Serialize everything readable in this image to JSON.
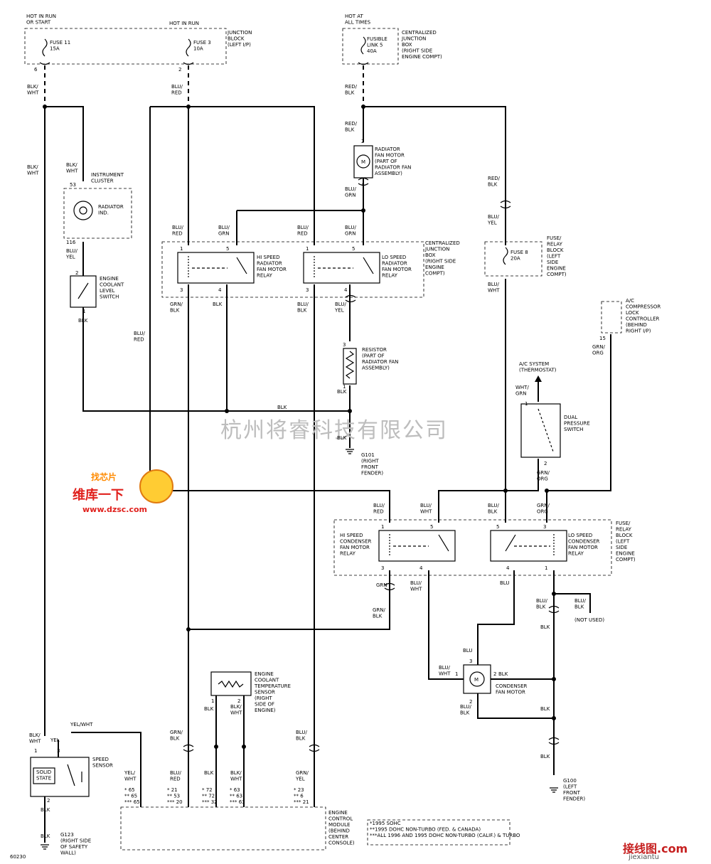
{
  "labels": {
    "hot_run_start": [
      "HOT IN RUN",
      "OR START"
    ],
    "hot_run": [
      "HOT IN RUN"
    ],
    "hot_all": [
      "HOT AT",
      "ALL TIMES"
    ],
    "fuse11": [
      "FUSE 11",
      "15A"
    ],
    "fuse3": [
      "FUSE 3",
      "10A"
    ],
    "junction_block": [
      "JUNCTION",
      "BLOCK",
      "(LEFT I/P)"
    ],
    "fusible_link": [
      "FUSIBLE",
      "LINK 5",
      "40A"
    ],
    "cjb_top": [
      "CENTRALIZED",
      "JUNCTION",
      "BOX",
      "(RIGHT SIDE",
      "ENGINE COMPT)"
    ],
    "pin_6": "6",
    "pin_2": "2",
    "w_blkwht_1": [
      "BLK/",
      "WHT"
    ],
    "w_blured_1": [
      "BLU/",
      "RED"
    ],
    "w_redblk_1": [
      "RED/",
      "BLK"
    ],
    "w_redblk_2": [
      "RED/",
      "BLK"
    ],
    "rad_fan_motor": [
      "RADIATOR",
      "FAN MOTOR",
      "(PART OF",
      "RADIATOR FAN",
      "ASSEMBLY)"
    ],
    "rfm_pin2": "2",
    "rfm_pin4": "4",
    "w_blkwht_2": [
      "BLK/",
      "WHT"
    ],
    "w_blkwht_3": [
      "BLK/",
      "WHT"
    ],
    "inst_cluster": [
      "INSTRUMENT",
      "CLUSTER"
    ],
    "pin_53": "53",
    "rad_ind": [
      "RADIATOR",
      "IND."
    ],
    "pin_116": "116",
    "w_bluyel_1": [
      "BLU/",
      "YEL"
    ],
    "coolant_switch": [
      "ENGINE",
      "COOLANT",
      "LEVEL",
      "SWITCH"
    ],
    "w_blk_1": "BLK",
    "w_blugrn_1": [
      "BLU/",
      "GRN"
    ],
    "w_redblk_3": [
      "RED/",
      "BLK"
    ],
    "w_blured_2": [
      "BLU/",
      "RED"
    ],
    "w_blugrn_2": [
      "BLU/",
      "GRN"
    ],
    "w_blured_3": [
      "BLU/",
      "RED"
    ],
    "w_blugrn_3": [
      "BLU/",
      "GRN"
    ],
    "cjb_mid": [
      "CENTRALIZED",
      "JUNCTION",
      "BOX",
      "(RIGHT SIDE",
      "ENGINE",
      "COMPT)"
    ],
    "hi_rad_relay": [
      "HI SPEED",
      "RADIATOR",
      "FAN MOTOR",
      "RELAY"
    ],
    "lo_rad_relay": [
      "LO SPEED",
      "RADIATOR",
      "FAN MOTOR",
      "RELAY"
    ],
    "w_bluyel_2": [
      "BLU/",
      "YEL"
    ],
    "fuse8": [
      "FUSE 8",
      "20A"
    ],
    "fuse_relay_block_1": [
      "FUSE/",
      "RELAY",
      "BLOCK",
      "(LEFT",
      "SIDE",
      "ENGINE",
      "COMPT)"
    ],
    "w_bluwht_1": [
      "BLU/",
      "WHT"
    ],
    "w_grnblk_1": [
      "GRN/",
      "BLK"
    ],
    "w_blk_2": "BLK",
    "w_blublk_1": [
      "BLU/",
      "BLK"
    ],
    "w_bluyel_3": [
      "BLU/",
      "YEL"
    ],
    "ac_comp_lock": [
      "A/C",
      "COMPRESSOR",
      "LOCK",
      "CONTROLLER",
      "(BEHIND",
      "RIGHT I/P)"
    ],
    "pin_15": "15",
    "w_blured_4": [
      "BLU/",
      "RED"
    ],
    "resistor": [
      "RESISTOR",
      "(PART OF",
      "RADIATOR FAN",
      "ASSEMBLY)"
    ],
    "w_blk_3": "BLK",
    "w_blk_4": "BLK",
    "w_blk_5": "BLK",
    "g101": [
      "G101",
      "(RIGHT",
      "FRONT",
      "FENDER)"
    ],
    "w_grnorg_1": [
      "GRN/",
      "ORG"
    ],
    "ac_system": [
      "A/C SYSTEM",
      "(THERMOSTAT)"
    ],
    "w_whtgrn": [
      "WHT/",
      "GRN"
    ],
    "dual_pressure": [
      "DUAL",
      "PRESSURE",
      "SWITCH"
    ],
    "w_grnorg_2": [
      "GRN/",
      "ORG"
    ],
    "watermark": "杭州将睿科技有限公司",
    "w_blured_5": [
      "BLU/",
      "RED"
    ],
    "w_bluwht_2": [
      "BLU/",
      "WHT"
    ],
    "w_blublk_2": [
      "BLU/",
      "BLK"
    ],
    "w_grnorg_3": [
      "GRN/",
      "ORG"
    ],
    "hi_cond_relay": [
      "HI SPEED",
      "CONDENSER",
      "FAN MOTOR",
      "RELAY"
    ],
    "lo_cond_relay": [
      "LO SPEED",
      "CONDENSER",
      "FAN MOTOR",
      "RELAY"
    ],
    "fuse_relay_block_2": [
      "FUSE/",
      "RELAY",
      "BLOCK",
      "(LEFT",
      "SIDE",
      "ENGINE",
      "COMPT)"
    ],
    "w_grn": "GRN",
    "w_bluwht_3": [
      "BLU/",
      "WHT"
    ],
    "w_blu_1": "BLU",
    "w_grnblk_2": [
      "GRN/",
      "BLK"
    ],
    "w_blublk_3": [
      "BLU/",
      "BLK"
    ],
    "w_blublk_4": [
      "BLU/",
      "BLK"
    ],
    "not_used": "(NOT USED)",
    "w_blk_6": "BLK",
    "w_blu_2": "BLU",
    "w_bluwht_4": [
      "BLU/",
      "WHT"
    ],
    "w_blk_7": "BLK",
    "cond_fan_motor": [
      "CONDENSER",
      "FAN MOTOR"
    ],
    "w_blublk_5": [
      "BLU/",
      "BLK"
    ],
    "w_blk_8": "BLK",
    "w_blk_9": "BLK",
    "g100": [
      "G100",
      "(LEFT",
      "FRONT",
      "FENDER)"
    ],
    "ect_sensor": [
      "ENGINE",
      "COOLANT",
      "TEMPERATURE",
      "SENSOR",
      "(RIGHT",
      "SIDE OF",
      "ENGINE)"
    ],
    "w_blk_10": "BLK",
    "w_blkwht_4": [
      "BLK/",
      "WHT"
    ],
    "w_yelwht_1": "YEL/WHT",
    "w_blkwht_5": [
      "BLK/",
      "WHT"
    ],
    "w_yel": "YEL",
    "speed_sensor": [
      "SPEED",
      "SENSOR"
    ],
    "solid_state": [
      "SOLID",
      "STATE"
    ],
    "w_blk_11": "BLK",
    "w_blk_12": "BLK",
    "g123": [
      "G123",
      "(RIGHT SIDE",
      "OF SAFETY",
      "WALL)"
    ],
    "w_grnblk_3": [
      "GRN/",
      "BLK"
    ],
    "w_yelwht_2": [
      "YEL/",
      "WHT"
    ],
    "w_blured_6": [
      "BLU/",
      "RED"
    ],
    "w_blk_13": "BLK",
    "w_blkwht_6": [
      "BLK/",
      "WHT"
    ],
    "w_grnyel": [
      "GRN/",
      "YEL"
    ],
    "w_blublk_6": [
      "BLU/",
      "BLK"
    ],
    "ecm_pins_a": [
      "* 65",
      "** 65",
      "*** 65"
    ],
    "ecm_pins_b": [
      "* 21",
      "** 53",
      "*** 20"
    ],
    "ecm_pins_c": [
      "* 72",
      "** 72",
      "*** 32"
    ],
    "ecm_pins_d": [
      "* 63",
      "** 63",
      "*** 63"
    ],
    "ecm_pins_e": [
      "* 23",
      "** 6",
      "*** 21"
    ],
    "ecm": [
      "ENGINE",
      "CONTROL",
      "MODULE",
      "(BEHIND",
      "CENTER",
      "CONSOLE)"
    ],
    "legend": [
      "*1995 SOHC",
      "**1995 DOHC NON-TURBO (FED. & CANADA)",
      "***ALL 1996 AND 1995 DOHC NON-TURBO (CALIF.) & TURBO"
    ],
    "fig_id": "60230",
    "pins": {
      "hr1": "1",
      "hr5": "5",
      "hr3": "3",
      "hr4": "4",
      "lr1": "1",
      "lr5": "5",
      "lr3": "3",
      "lr4": "4",
      "hc1": "1",
      "hc5": "5",
      "hc3": "3",
      "hc4": "4",
      "lc5": "5",
      "lc3": "3",
      "lc4": "4",
      "lc1": "1",
      "cs2": "2",
      "cs1": "1",
      "rs3": "3",
      "rs1": "1",
      "dp1": "1",
      "dp2": "2",
      "cm1": "1",
      "cm2": "2",
      "cm3": "3",
      "cm2b": "2",
      "ect1": "1",
      "ect2": "2",
      "ss1": "1",
      "ss3": "3",
      "ss2": "2"
    }
  },
  "logo": {
    "top": "找芯片",
    "main": "维库一下",
    "url": "www.dzsc.com"
  },
  "corner_logo": {
    "main": "接线图.com",
    "sub": "jiexiantu"
  },
  "colors": {
    "ink": "#000000",
    "watermark": "#bdbdbd",
    "logo_red": "#e0201c"
  }
}
